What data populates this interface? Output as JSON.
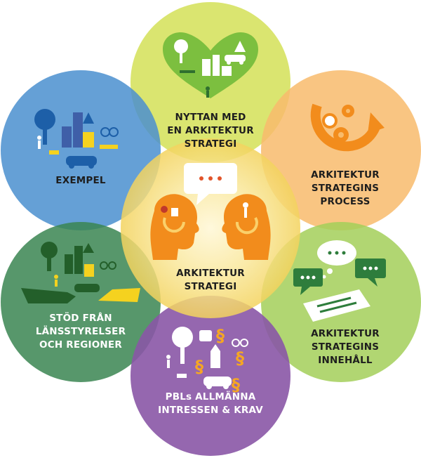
{
  "colors": {
    "top": "#d4e157",
    "upper_left": "#4a8fcf",
    "upper_right": "#f8bb6c",
    "lower_left": "#3a8551",
    "lower_right": "#a3cf59",
    "bottom": "#8a56a6",
    "center": "#f6dc72",
    "accent_orange": "#f28c1c",
    "icon_dark_green": "#2e7d3c",
    "icon_yellow": "#f5d21f",
    "icon_blue": "#3f5fa8"
  },
  "circles": {
    "top": {
      "label": "NYTTAN MED\nEN ARKITEKTUR\nSTRATEGI",
      "icon": "city-heart-icon"
    },
    "upper_left": {
      "label": "EXEMPEL",
      "icon": "city-example-icon"
    },
    "upper_right": {
      "label": "ARKITEKTUR\nSTRATEGINS\nPROCESS",
      "icon": "gears-cycle-icon"
    },
    "center": {
      "label": "ARKITEKTUR\nSTRATEGI",
      "icon": "two-heads-dialogue-icon"
    },
    "lower_left": {
      "label": "STÖD FRÅN\nLÄNSSTYRELSER\nOCH REGIONER",
      "icon": "hands-support-icon"
    },
    "lower_right": {
      "label": "ARKITEKTUR\nSTRATEGINS\nINNEHÅLL",
      "icon": "speech-bubbles-document-icon"
    },
    "bottom": {
      "label": "PBLs ALLMÄNNA\nINTRESSEN & KRAV",
      "icon": "paragraph-city-icon"
    }
  }
}
